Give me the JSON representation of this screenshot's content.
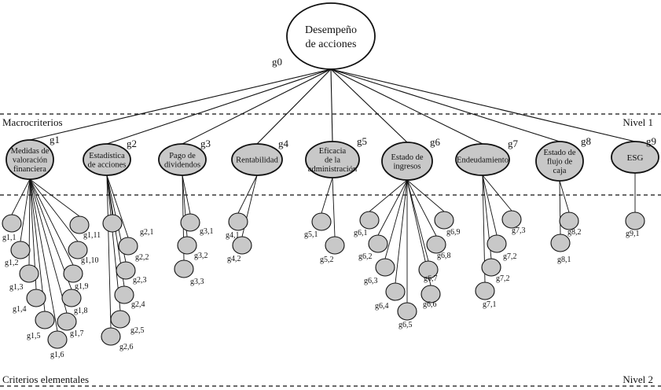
{
  "levels": {
    "macro_label": "Macrocriterios",
    "level1": "Nivel 1",
    "elemental_label": "Criterios elementales",
    "level2": "Nivel 2"
  },
  "root": {
    "lines": [
      "Desempeño",
      "de acciones"
    ],
    "code": "g0"
  },
  "macros": [
    {
      "code": "g1",
      "lines": [
        "Medidas de",
        "valoración",
        "financiera"
      ],
      "subs": [
        "g1,1",
        "g1,2",
        "g1,3",
        "g1,4",
        "g1,5",
        "g1,6",
        "g1,7",
        "g1,8",
        "g1,9",
        "g1,10",
        "g1,11"
      ]
    },
    {
      "code": "g2",
      "lines": [
        "Estadística",
        "de acciones"
      ],
      "subs": [
        "g2,1",
        "g2,2",
        "g2,3",
        "g2,4",
        "g2,5",
        "g2,6"
      ]
    },
    {
      "code": "g3",
      "lines": [
        "Pago de",
        "dividendos"
      ],
      "subs": [
        "g3,1",
        "g3,2",
        "g3,3"
      ]
    },
    {
      "code": "g4",
      "lines": [
        "Rentabilidad"
      ],
      "subs": [
        "g4,1",
        "g4,2"
      ]
    },
    {
      "code": "g5",
      "lines": [
        "Eficacia",
        "de la",
        "administración"
      ],
      "subs": [
        "g5,1",
        "g5,2"
      ]
    },
    {
      "code": "g6",
      "lines": [
        "Estado de",
        "ingresos"
      ],
      "subs": [
        "g6,1",
        "g6,2",
        "g6,3",
        "g6,4",
        "g6,5",
        "g6,6",
        "g6,7",
        "g6,8",
        "g6,9"
      ]
    },
    {
      "code": "g7",
      "lines": [
        "Endeudamiento"
      ],
      "subs": [
        "g7,1",
        "g7,2",
        "g7,2",
        "g7,3"
      ]
    },
    {
      "code": "g8",
      "lines": [
        "Estado de",
        "flujo de",
        "caja"
      ],
      "subs": [
        "g8,1",
        "g8,2"
      ]
    },
    {
      "code": "g9",
      "lines": [
        "ESG"
      ],
      "subs": [
        "g9,1"
      ]
    }
  ]
}
